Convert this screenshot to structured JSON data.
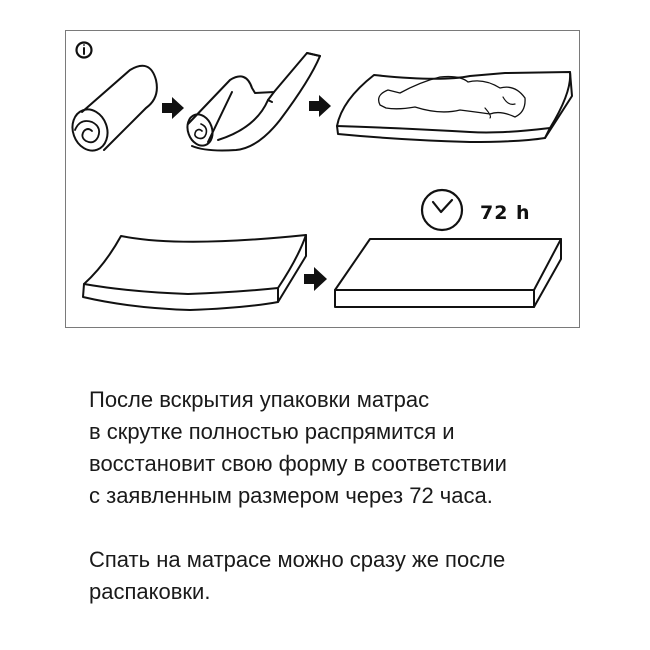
{
  "illustration": {
    "info_icon": "info-circle-icon",
    "steps": [
      {
        "name": "rolled-mattress",
        "description": "Rolled mattress"
      },
      {
        "name": "unrolling-mattress",
        "description": "Mattress being unrolled"
      },
      {
        "name": "person-sleeping-on-mattress",
        "description": "Person sleeping on mattress"
      },
      {
        "name": "curved-mattress",
        "description": "Mattress still curved"
      },
      {
        "name": "flat-mattress",
        "description": "Mattress fully restored"
      }
    ],
    "timer": {
      "icon": "clock-icon",
      "label": "72 h"
    }
  },
  "body": {
    "paragraph1": [
      "После вскрытия упаковки матрас",
      "в скрутке полностью распрямится и",
      "восстановит свою форму в соответствии",
      "с заявленным размером через 72 часа."
    ],
    "paragraph2": [
      "Спать на матрасе можно сразу же после",
      "распаковки."
    ]
  },
  "colors": {
    "line": "#111111",
    "frame": "#7a7a7a",
    "text": "#1a1a1a"
  }
}
